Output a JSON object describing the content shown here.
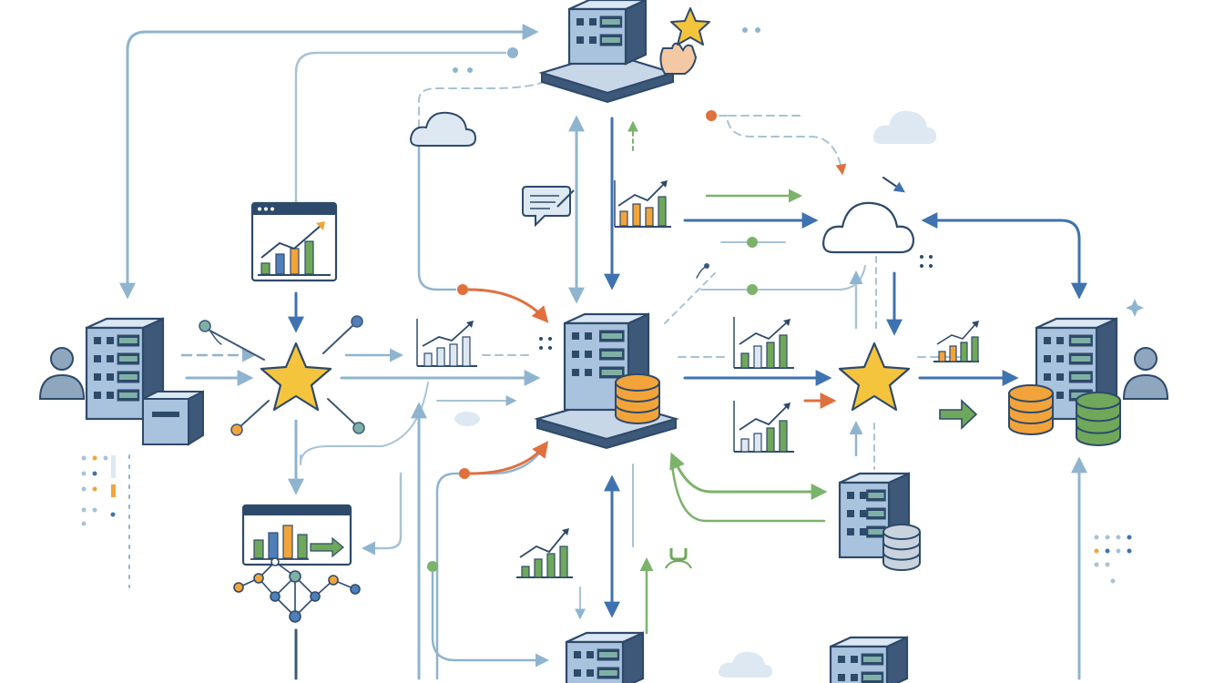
{
  "colors": {
    "ink": "#2e4a6b",
    "server_front": "#a9c2dd",
    "server_top": "#dbe7f3",
    "server_side": "#3d5878",
    "platform": "#c7d7e8",
    "window_dark": "#2e4a6b",
    "window_light": "#7fb0a6",
    "blue_arrow": "#3f72b0",
    "light_blue_arrow": "#8fb4cf",
    "green_arrow": "#7bb36b",
    "orange_arrow": "#e0703e",
    "star": "#f5c43d",
    "db_orange": "#f2a43a",
    "db_green": "#6fa85a",
    "db_grey": "#c9d3de",
    "cloud": "#dde8f2",
    "bar_blue": "#4f7fb8",
    "bar_green": "#6fa85a",
    "bar_orange": "#f2a43a",
    "person": "#8fa6bf"
  },
  "nodes": {
    "servers": [
      {
        "name": "server-top-center",
        "icon": "server-stack-icon",
        "db": "none",
        "platform": true
      },
      {
        "name": "server-left",
        "icon": "server-stack-icon",
        "db": "none",
        "platform": false
      },
      {
        "name": "server-center-main",
        "icon": "server-stack-icon",
        "db": "orange",
        "platform": true
      },
      {
        "name": "server-right",
        "icon": "server-stack-icon",
        "db": "orange-green",
        "platform": false
      },
      {
        "name": "server-lower-right",
        "icon": "server-stack-icon",
        "db": "grey",
        "platform": false
      },
      {
        "name": "server-bottom-center",
        "icon": "server-stack-icon",
        "db": "none",
        "platform": false
      },
      {
        "name": "server-bottom-right",
        "icon": "server-stack-icon",
        "db": "none",
        "platform": false
      }
    ],
    "stars": [
      "hub-star-left",
      "hub-star-right"
    ],
    "clouds": [
      "cloud-top-left",
      "cloud-top-right",
      "cloud-center-right",
      "cloud-bottom"
    ],
    "users": [
      "user-left",
      "user-right"
    ],
    "charts": [
      "chart-window-left",
      "chart-window-bottom-left",
      "chart-mid-top",
      "chart-mid-left",
      "chart-mid-right-top",
      "chart-mid-right-bottom",
      "chart-right-small",
      "chart-bottom-center"
    ]
  }
}
